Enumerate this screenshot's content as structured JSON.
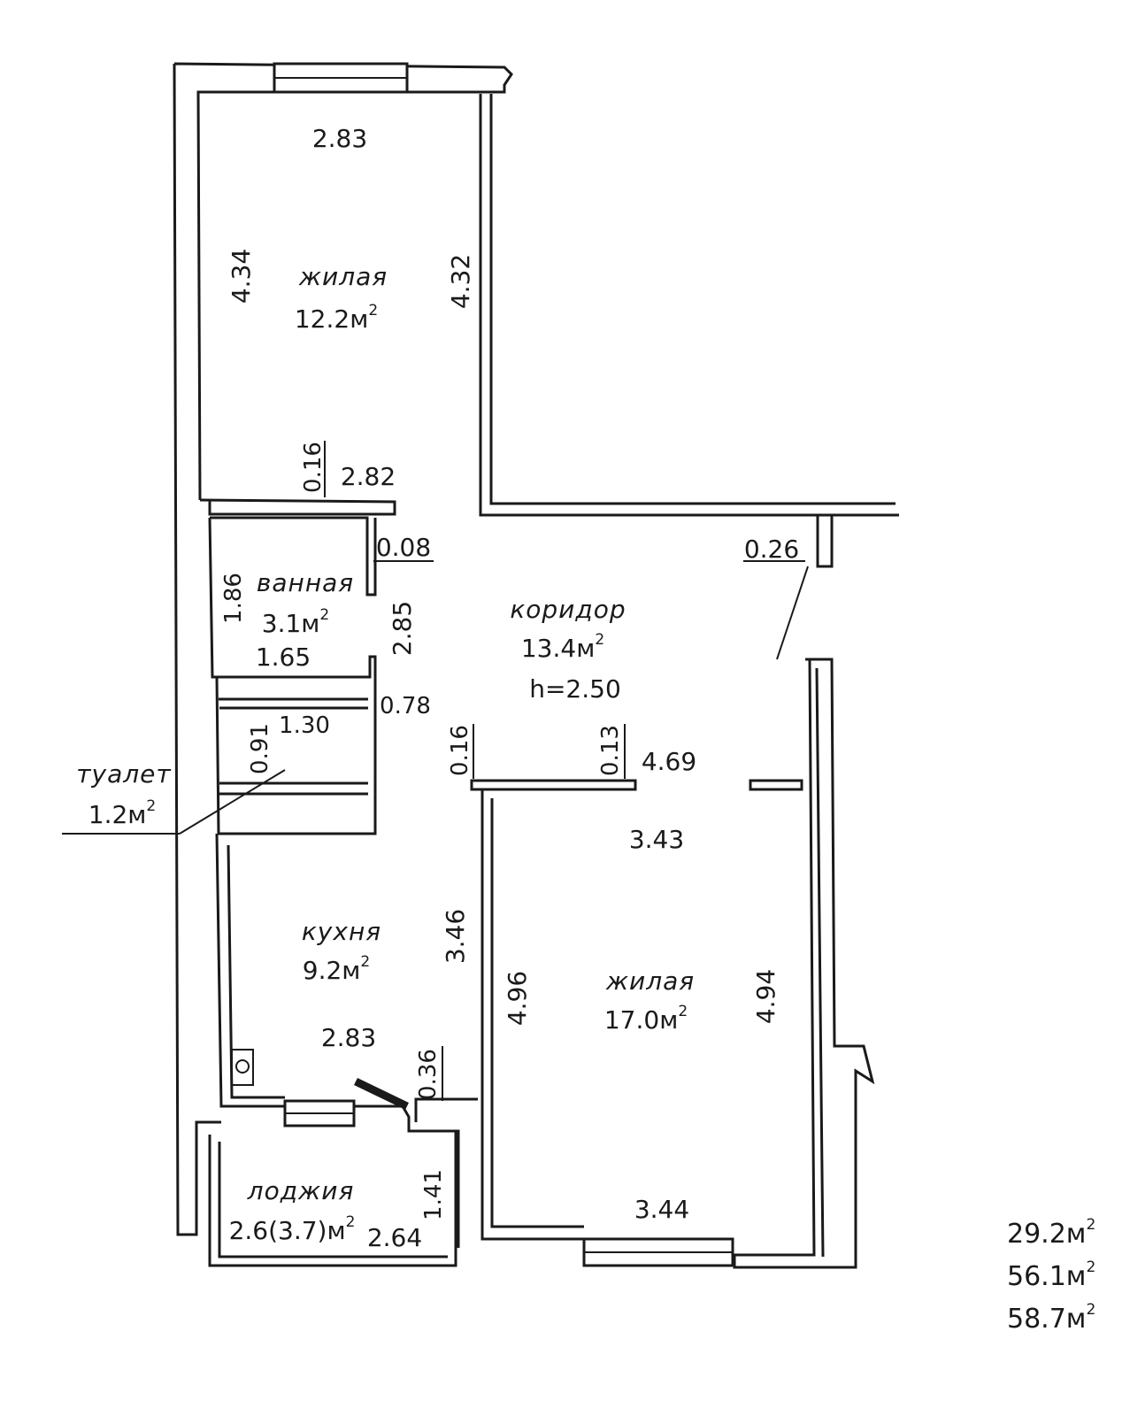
{
  "rooms": {
    "bedroom1": {
      "name": "жилая",
      "area": "12.2м",
      "sup": "2"
    },
    "bathroom": {
      "name": "ванная",
      "area": "3.1м",
      "sup": "2"
    },
    "corridor": {
      "name": "коридор",
      "area": "13.4м",
      "sup": "2",
      "height": "h=2.50"
    },
    "toilet": {
      "name": "туалет",
      "area": "1.2м",
      "sup": "2"
    },
    "kitchen": {
      "name": "кухня",
      "area": "9.2м",
      "sup": "2"
    },
    "bedroom2": {
      "name": "жилая",
      "area": "17.0м",
      "sup": "2"
    },
    "loggia": {
      "name": "лоджия",
      "area": "2.6(3.7)м",
      "sup": "2"
    }
  },
  "dimensions": {
    "bed1_top": "2.83",
    "bed1_left": "4.34",
    "bed1_right": "4.32",
    "bed1_bottom": "2.82",
    "wall_016_a": "0.16",
    "wall_008": "0.08",
    "wall_026": "0.26",
    "bath_left": "1.86",
    "bath_right": "2.85",
    "bath_bottom": "1.65",
    "corridor_078": "0.78",
    "toilet_width": "1.30",
    "toilet_depth": "0.91",
    "wall_016_b": "0.16",
    "wall_013": "0.13",
    "corridor_length": "4.69",
    "bed2_top": "3.43",
    "kitchen_right": "3.46",
    "bed2_left": "4.96",
    "bed2_right": "4.94",
    "kitchen_bottom": "2.83",
    "wall_036": "0.36",
    "loggia_depth": "1.41",
    "loggia_width": "2.64",
    "bed2_bottom": "3.44"
  },
  "totals": [
    {
      "value": "29.2м",
      "sup": "2"
    },
    {
      "value": "56.1м",
      "sup": "2"
    },
    {
      "value": "58.7м",
      "sup": "2"
    }
  ]
}
